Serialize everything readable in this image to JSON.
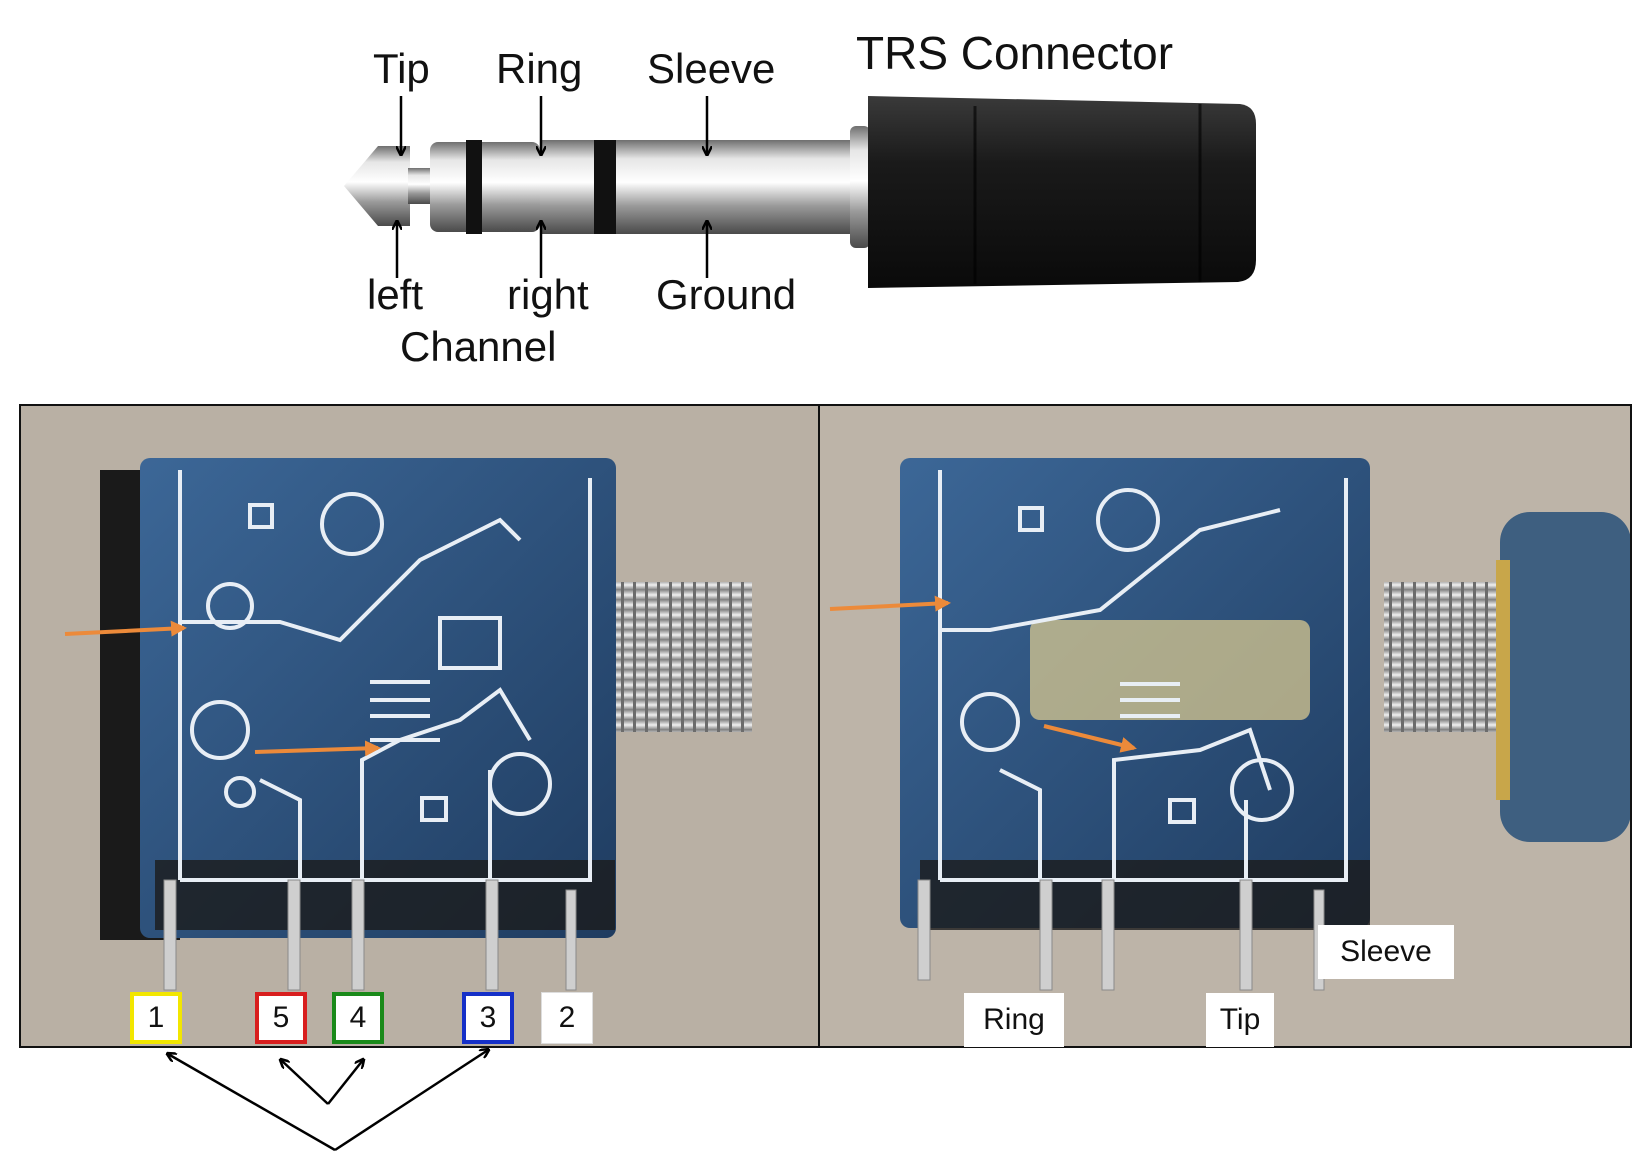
{
  "connector": {
    "title": "TRS Connector",
    "top_labels": {
      "tip": "Tip",
      "ring": "Ring",
      "sleeve": "Sleeve"
    },
    "bottom_labels": {
      "left": "left",
      "right": "right",
      "ground": "Ground",
      "channel": "Channel"
    },
    "colors": {
      "plug_body": "#1c1c1c",
      "metal": "#c8c8c8",
      "insulator": "#111111"
    }
  },
  "jack_photos": {
    "pins": [
      {
        "number": "1",
        "color": "#f2e600"
      },
      {
        "number": "5",
        "color": "#d81e1e"
      },
      {
        "number": "4",
        "color": "#1a8a1a"
      },
      {
        "number": "3",
        "color": "#1530c8"
      },
      {
        "number": "2",
        "color": "#ffffff"
      }
    ],
    "right_labels": {
      "ring": "Ring",
      "tip": "Tip",
      "sleeve": "Sleeve"
    },
    "colors": {
      "jack_body": "#2c4f78",
      "background": "#b9b0a4",
      "arrow": "#ec8a3a"
    }
  }
}
